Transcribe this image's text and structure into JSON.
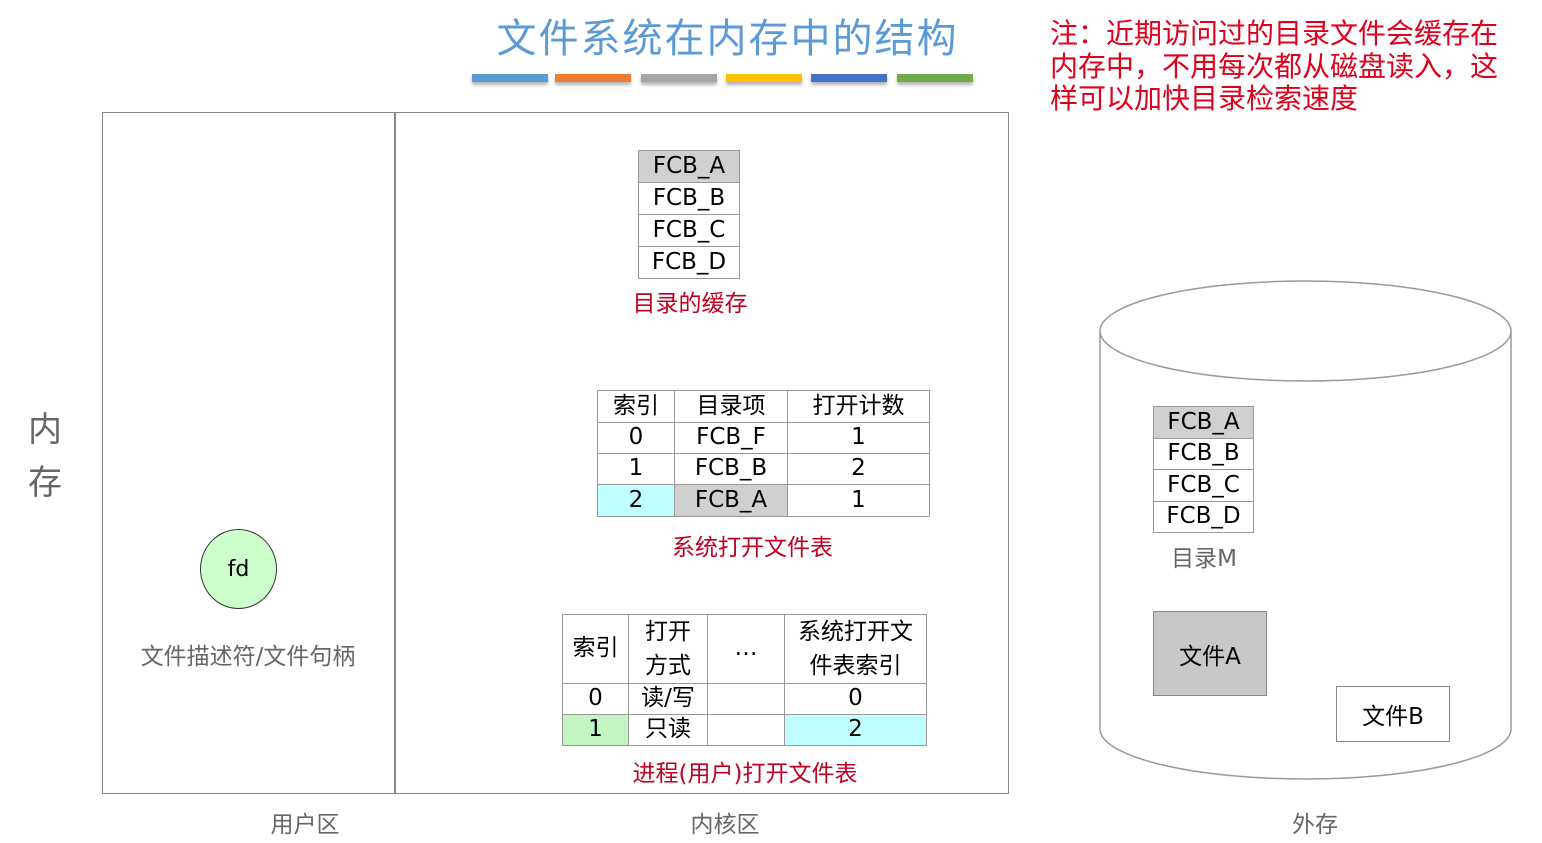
{
  "title": "文件系统在内存中的结构",
  "title_bar_colors": [
    "#5b9bd5",
    "#ed7d31",
    "#a5a5a5",
    "#ffc000",
    "#4472c4",
    "#70ad47"
  ],
  "note": "注：近期访问过的目录文件会缓存在内存中，不用每次都从磁盘读入，这样可以加快目录检索速度",
  "memory_label": [
    "内",
    "存"
  ],
  "user_area": {
    "label": "用户区",
    "fd": "fd",
    "fd_caption": "文件描述符/文件句柄"
  },
  "kernel_area": {
    "label": "内核区",
    "dir_cache": {
      "items": [
        "FCB_A",
        "FCB_B",
        "FCB_C",
        "FCB_D"
      ],
      "caption": "目录的缓存"
    },
    "sys_open_table": {
      "headers": [
        "索引",
        "目录项",
        "打开计数"
      ],
      "rows": [
        [
          "0",
          "FCB_F",
          "1"
        ],
        [
          "1",
          "FCB_B",
          "2"
        ],
        [
          "2",
          "FCB_A",
          "1"
        ]
      ],
      "caption": "系统打开文件表"
    },
    "proc_open_table": {
      "headers": [
        "索引",
        "打开方式",
        "…",
        "系统打开文件表索引"
      ],
      "header_lines": {
        "mode": [
          "打开",
          "方式"
        ],
        "sysidx": [
          "系统打开文",
          "件表索引"
        ]
      },
      "rows": [
        [
          "0",
          "读/写",
          "",
          "0"
        ],
        [
          "1",
          "只读",
          "",
          "2"
        ]
      ],
      "caption": "进程(用户)打开文件表"
    }
  },
  "external": {
    "label": "外存",
    "dir": {
      "items": [
        "FCB_A",
        "FCB_B",
        "FCB_C",
        "FCB_D"
      ],
      "caption": "目录M"
    },
    "file_a": "文件A",
    "file_b": "文件B"
  },
  "colors": {
    "title": "#5b9bd5",
    "note": "#e0001b",
    "caption": "#c00020",
    "highlight_gray": "#d0d0d0",
    "highlight_cyan": "#c0ffff",
    "highlight_green": "#c2f5c2",
    "fd_fill": "#ccffcc"
  }
}
